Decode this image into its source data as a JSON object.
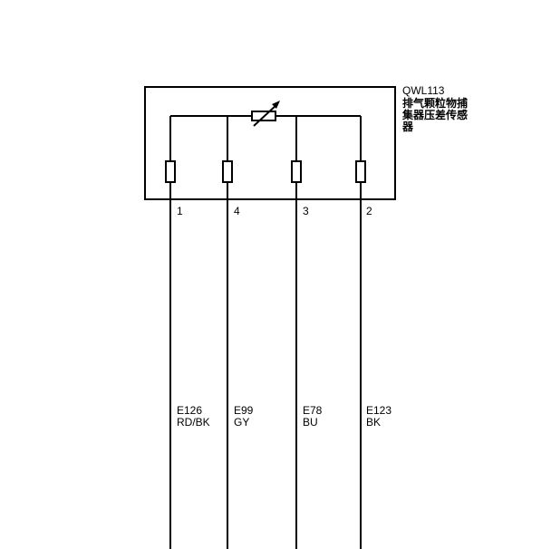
{
  "component": {
    "id": "QWL113",
    "name_lines": [
      "排气颗粒物捕",
      "集器压差传感",
      "器"
    ]
  },
  "pins": [
    {
      "pin": "1",
      "circuit": "E126",
      "color": "RD/BK"
    },
    {
      "pin": "4",
      "circuit": "E99",
      "color": "GY"
    },
    {
      "pin": "3",
      "circuit": "E78",
      "color": "BU"
    },
    {
      "pin": "2",
      "circuit": "E123",
      "color": "BK"
    }
  ],
  "colors": {
    "line": "#000000",
    "background": "#ffffff"
  }
}
